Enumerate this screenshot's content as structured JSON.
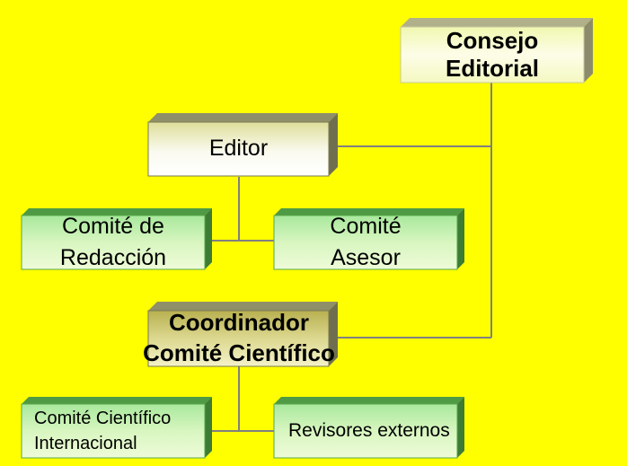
{
  "nodes": {
    "consejo": {
      "line1": "Consejo",
      "line2": "Editorial"
    },
    "editor": {
      "line1": "Editor"
    },
    "redaccion": {
      "line1": "Comité de",
      "line2": "Redacción"
    },
    "asesor": {
      "line1": "Comité",
      "line2": "Asesor"
    },
    "coordinador": {
      "line1": "Coordinador",
      "line2": "Comité Científico"
    },
    "internacional": {
      "line1": "Comité Científico",
      "line2": "Internacional"
    },
    "revisores": {
      "line1": "Revisores externos"
    }
  },
  "colors": {
    "background": "#ffff00",
    "connector": "#808080",
    "consejo_face": "#fbfbd4",
    "editor_face": "#f2f2d8",
    "coordinator_face": "#d8d27a",
    "committee_face": "#c8f2a8",
    "box_top": "#8f8f6a",
    "box_side": "#6f6f50"
  }
}
